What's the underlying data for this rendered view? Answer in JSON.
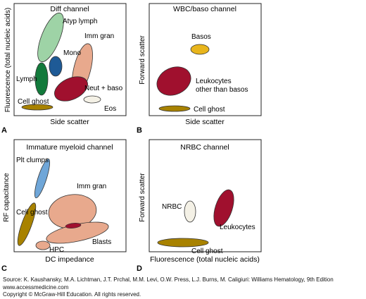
{
  "panels": {
    "a": {
      "letter": "A",
      "title": "Diff channel",
      "xlabel": "Side scatter",
      "ylabel": "Fluorescence (total nucleic acids)",
      "populations": {
        "atyp_lymph": {
          "label": "Atyp lymph",
          "color": "#9ed3a6"
        },
        "mono": {
          "label": "Mono",
          "color": "#1e5a96"
        },
        "lymph": {
          "label": "Lymph",
          "color": "#127a3b"
        },
        "imm_gran": {
          "label": "Imm gran",
          "color": "#e8a98d"
        },
        "neut_baso": {
          "label": "Neut + baso",
          "color": "#a0102e"
        },
        "eos": {
          "label": "Eos",
          "color": "#f4f1e6"
        },
        "cell_ghost": {
          "label": "Cell ghost",
          "color": "#a88200"
        }
      }
    },
    "b": {
      "letter": "B",
      "title": "WBC/baso channel",
      "xlabel": "Side scatter",
      "ylabel": "Forward scatter",
      "populations": {
        "basos": {
          "label": "Basos",
          "color": "#e8b51c"
        },
        "leukocytes": {
          "label_line1": "Leukocytes",
          "label_line2": "other than basos",
          "color": "#a0102e"
        },
        "cell_ghost": {
          "label": "Cell ghost",
          "color": "#a88200"
        }
      }
    },
    "c": {
      "letter": "C",
      "title": "Immature myeloid channel",
      "xlabel": "DC impedance",
      "ylabel": "RF capacitance",
      "populations": {
        "plt_clumps": {
          "label": "Plt clumps",
          "color": "#6fa6d8"
        },
        "imm_gran": {
          "label": "Imm gran",
          "color": "#e8a98d"
        },
        "cell_ghost": {
          "label": "Cell ghost",
          "color": "#a88200"
        },
        "blasts": {
          "label": "Blasts",
          "color": "#e8a98d"
        },
        "hpc": {
          "label": "HPC",
          "color": "#e8a98d"
        },
        "overlap": {
          "color": "#a0102e"
        }
      }
    },
    "d": {
      "letter": "D",
      "title": "NRBC channel",
      "xlabel": "Fluorescence (total nucleic acids)",
      "ylabel": "Forward scatter",
      "populations": {
        "nrbc": {
          "label": "NRBC",
          "color": "#f4f1e6"
        },
        "leukocytes": {
          "label": "Leukocytes",
          "color": "#a0102e"
        },
        "cell_ghost": {
          "label": "Cell ghost",
          "color": "#a88200"
        }
      }
    }
  },
  "source": {
    "line1": "Source: K. Kaushansky, M.A. Lichtman, J.T. Prchal, M.M. Levi, O.W. Press, L.J. Burns, M. Caligiuri: Williams Hematology, 9th Edition",
    "line2": "www.accessmedicine.com",
    "line3": "Copyright © McGraw-Hill Education. All rights reserved."
  }
}
